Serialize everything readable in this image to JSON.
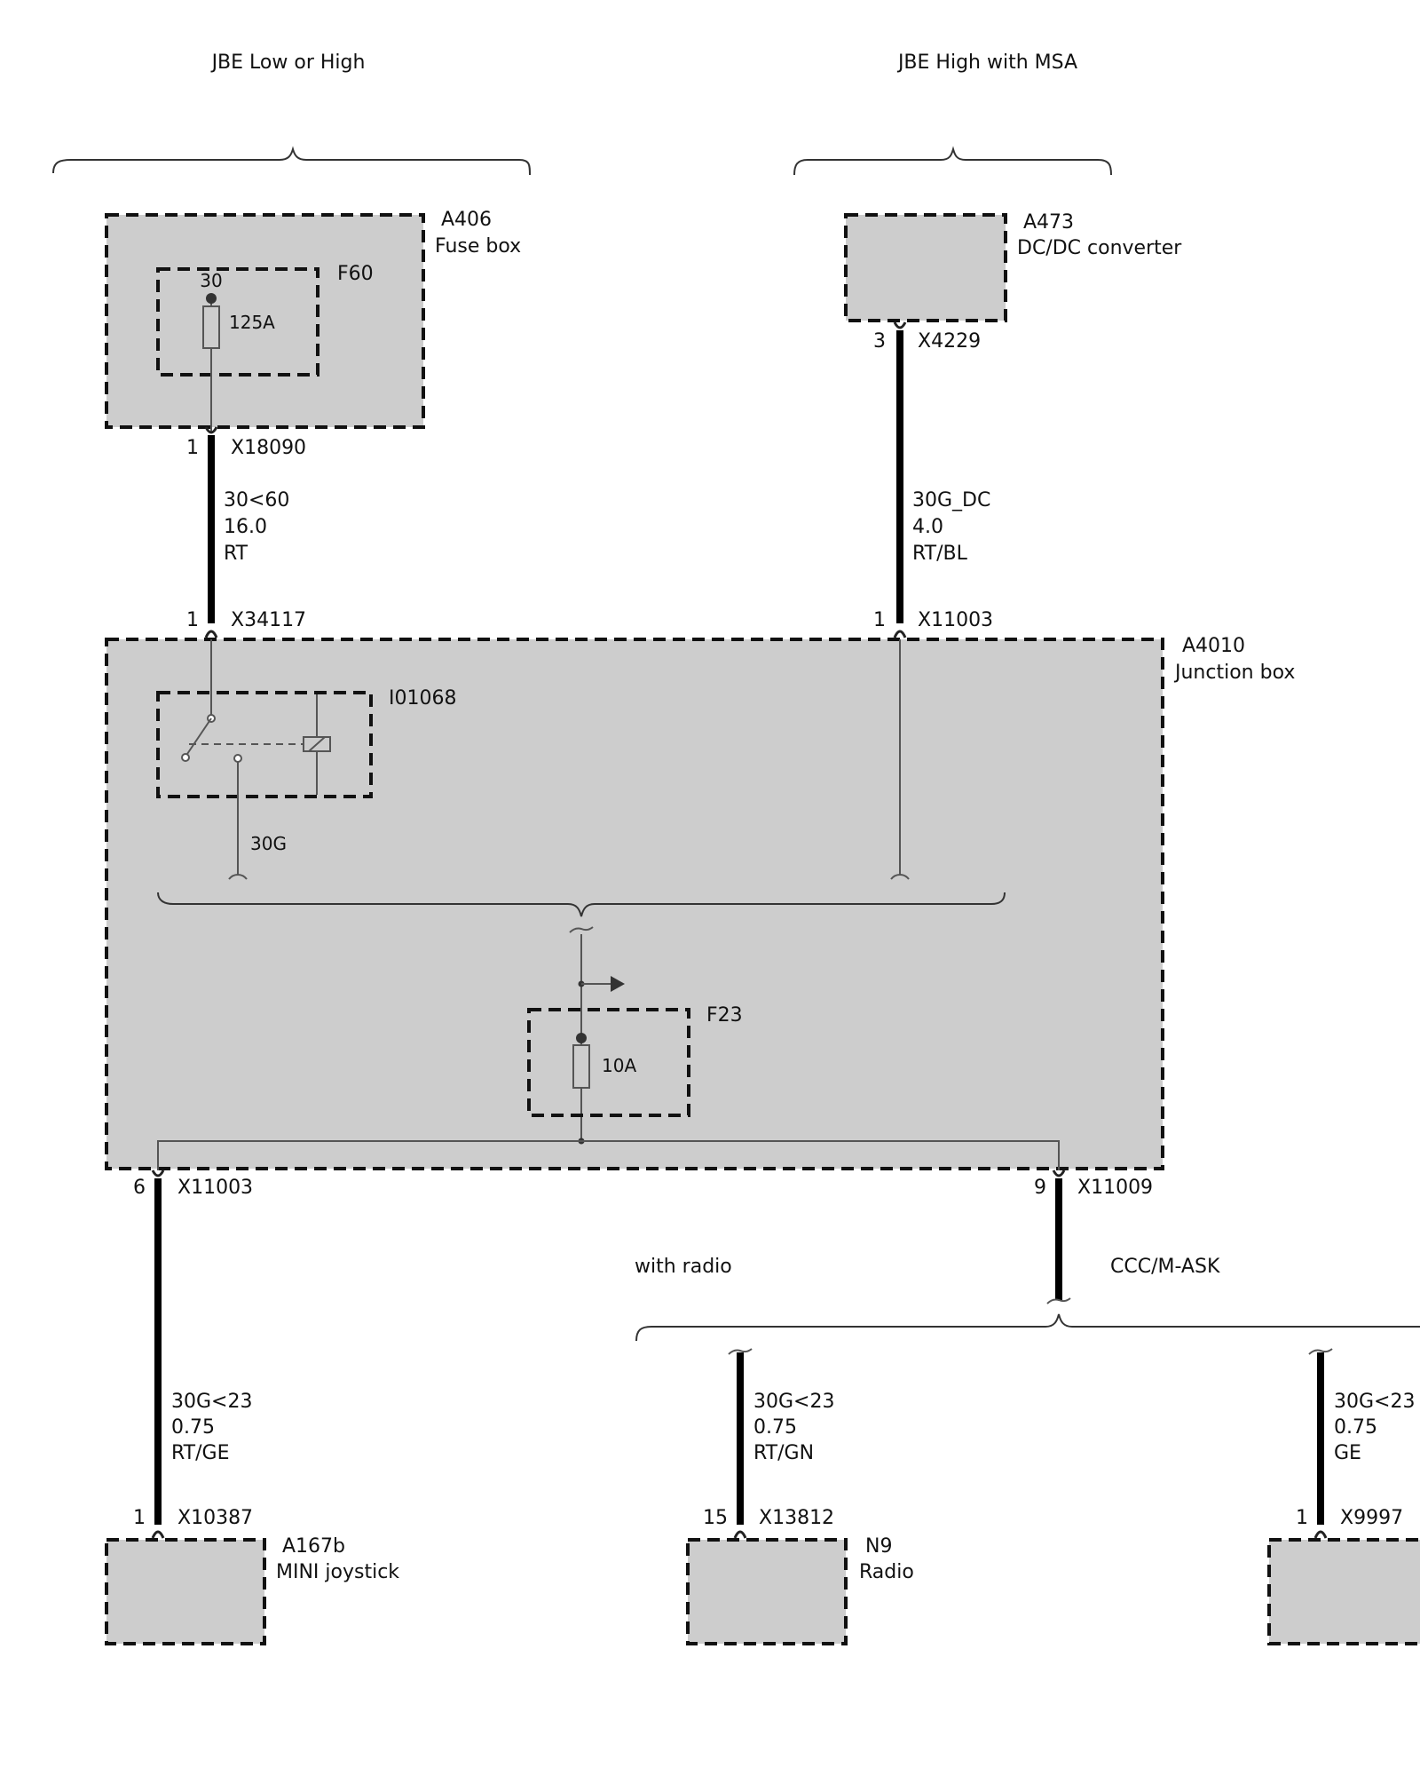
{
  "variants": {
    "left": "JBE Low or High",
    "right": "JBE High with MSA"
  },
  "components": {
    "fuse_box": {
      "id": "A406",
      "name": "Fuse box"
    },
    "fuse_f60": {
      "id": "F60",
      "terminal": "30",
      "rating": "125A"
    },
    "dc_converter": {
      "id": "A473",
      "name": "DC/DC converter"
    },
    "junction_box": {
      "id": "A4010",
      "name": "Junction box"
    },
    "relay": {
      "id": "I01068"
    },
    "fuse_f23": {
      "id": "F23",
      "rating": "10A"
    },
    "joystick": {
      "id": "A167b",
      "name": "MINI joystick"
    },
    "radio": {
      "id": "N9",
      "name": "Radio"
    }
  },
  "connectors": {
    "x18090": {
      "pin": "1",
      "id": "X18090"
    },
    "x4229": {
      "pin": "3",
      "id": "X4229"
    },
    "x34117": {
      "pin": "1",
      "id": "X34117"
    },
    "x11003_in": {
      "pin": "1",
      "id": "X11003"
    },
    "x11003_out": {
      "pin": "6",
      "id": "X11003"
    },
    "x11009": {
      "pin": "9",
      "id": "X11009"
    },
    "x10387": {
      "pin": "1",
      "id": "X10387"
    },
    "x13812": {
      "pin": "15",
      "id": "X13812"
    },
    "x9997": {
      "pin": "1",
      "id": "X9997"
    }
  },
  "wires": {
    "w1": {
      "signal": "30<60",
      "gauge": "16.0",
      "color": "RT"
    },
    "w2": {
      "signal": "30G_DC",
      "gauge": "4.0",
      "color": "RT/BL"
    },
    "w3": {
      "signal": "30G<23",
      "gauge": "0.75",
      "color": "RT/GE"
    },
    "w4": {
      "signal": "30G<23",
      "gauge": "0.75",
      "color": "RT/GN"
    },
    "w5": {
      "signal": "30G<23",
      "gauge": "0.75",
      "color": "GE"
    },
    "internal": {
      "signal": "30G"
    }
  },
  "options": {
    "with_radio": "with radio",
    "ccc": "CCC/M-ASK"
  }
}
